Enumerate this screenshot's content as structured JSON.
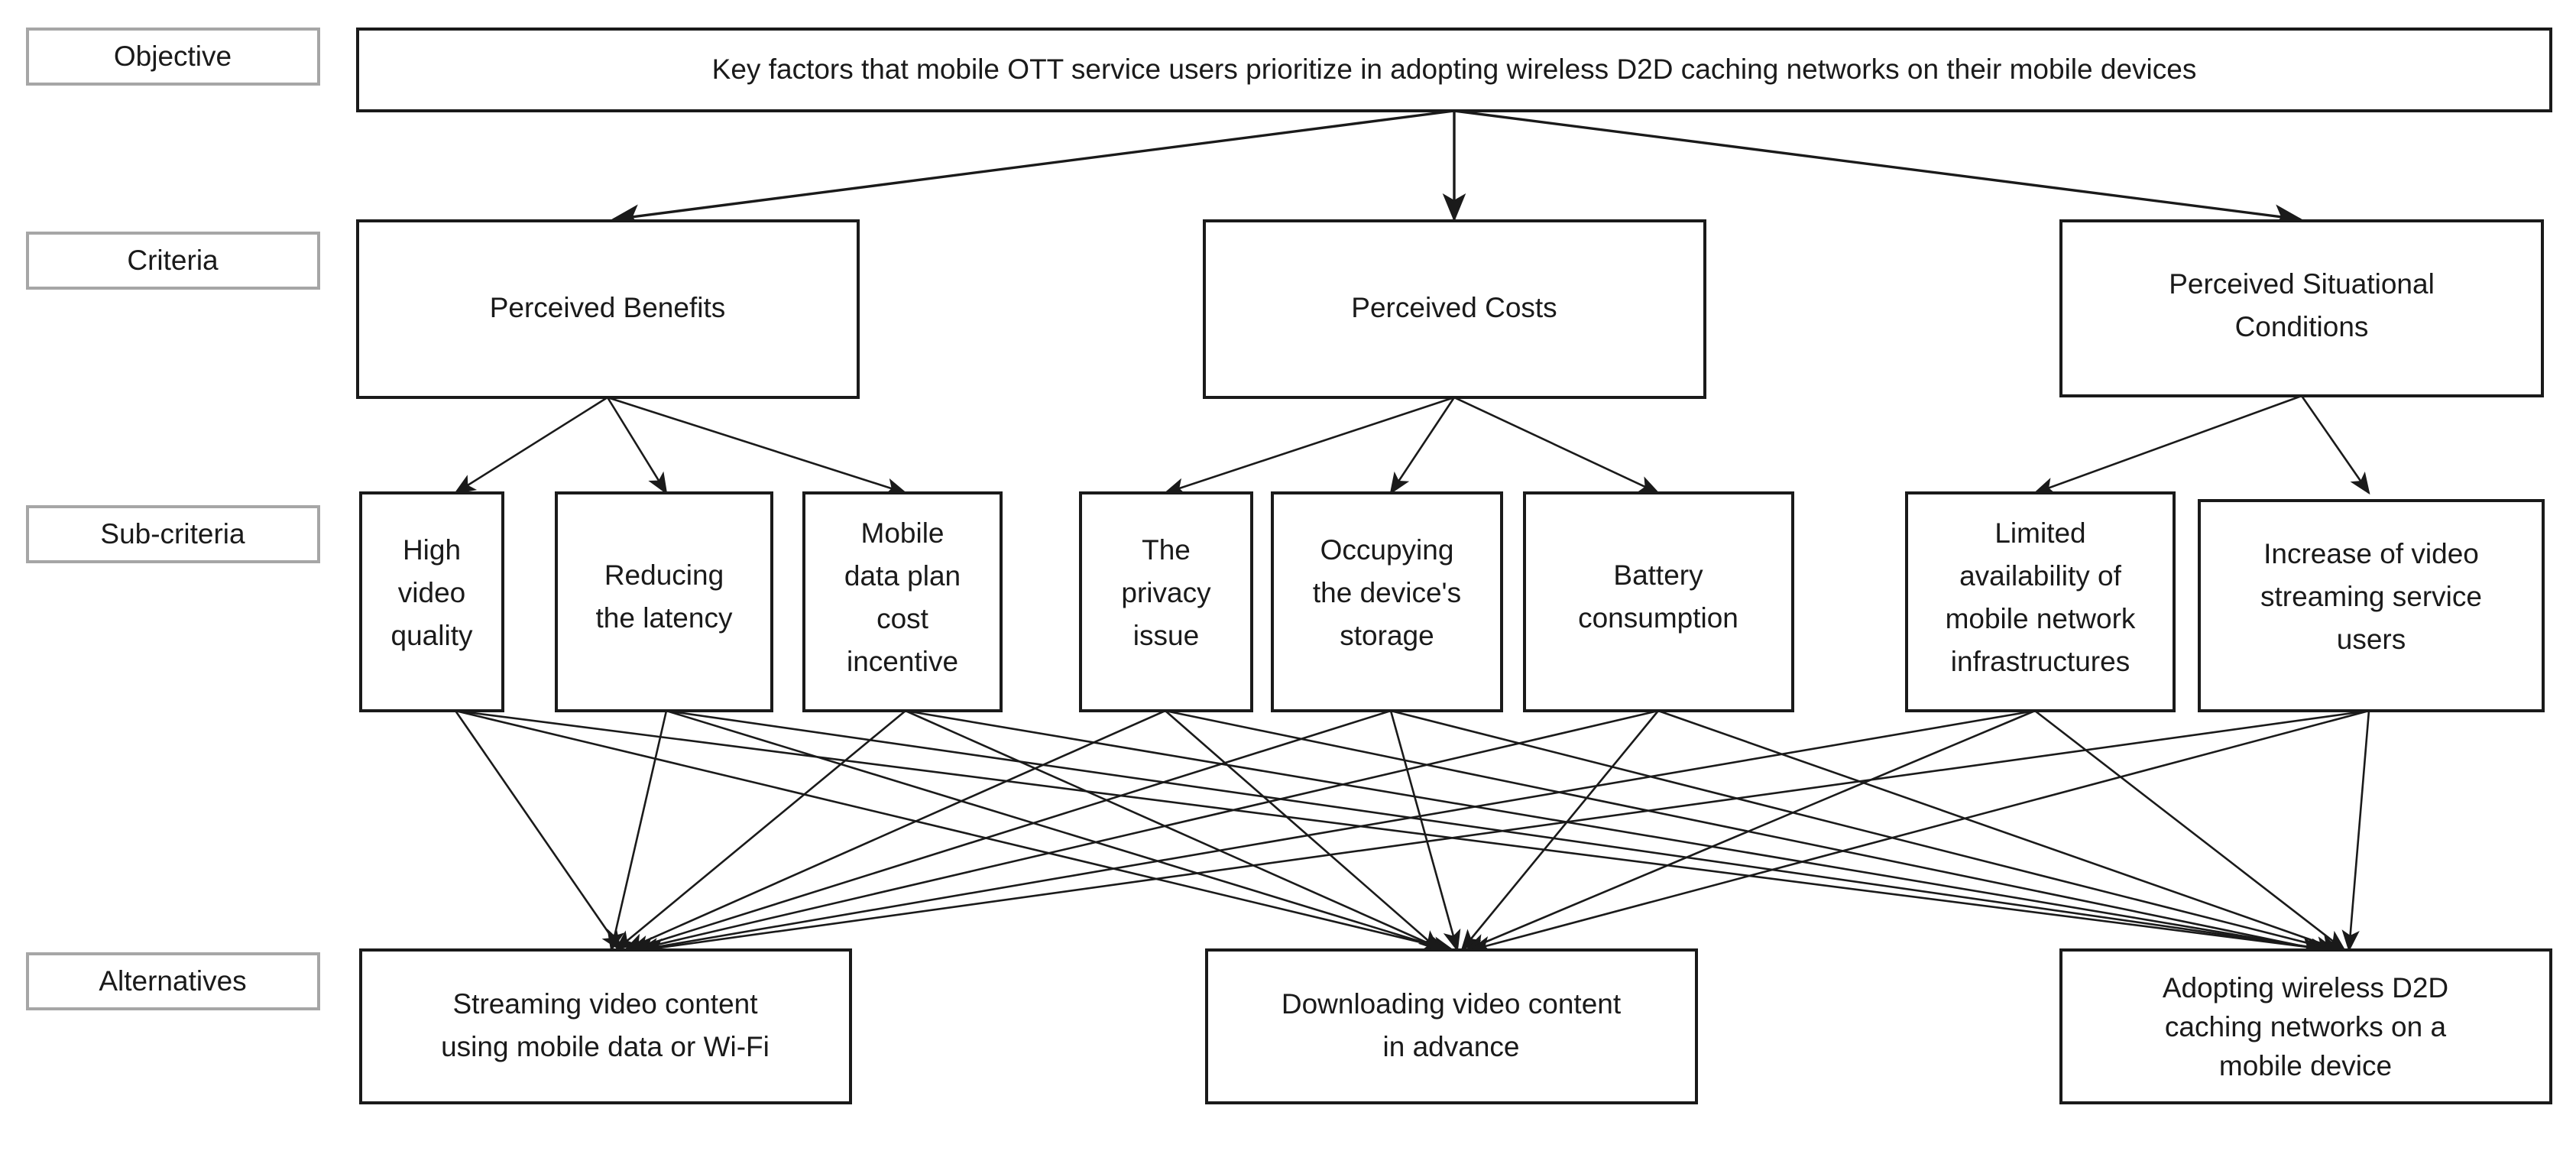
{
  "diagram": {
    "type": "ahp-hierarchy",
    "title": "AHP hierarchy for adopting wireless D2D caching networks",
    "background_color": "#ffffff",
    "box_border_color": "#1a1a1a",
    "label_border_color": "#a6a6a6",
    "text_color": "#1a1a1a",
    "levels": [
      {
        "id": "objective",
        "label": "Objective",
        "nodes": [
          {
            "id": "obj-1",
            "lines": [
              "Key factors that mobile OTT service users prioritize in adopting wireless D2D caching networks on their mobile devices"
            ]
          }
        ]
      },
      {
        "id": "criteria",
        "label": "Criteria",
        "nodes": [
          {
            "id": "c-1",
            "lines": [
              "Perceived Benefits"
            ]
          },
          {
            "id": "c-2",
            "lines": [
              "Perceived Costs"
            ]
          },
          {
            "id": "c-3",
            "lines": [
              "Perceived Situational",
              "Conditions"
            ]
          }
        ]
      },
      {
        "id": "sub-criteria",
        "label": "Sub-criteria",
        "nodes": [
          {
            "id": "s-1",
            "parent": "c-1",
            "lines": [
              "High",
              "video",
              "quality"
            ]
          },
          {
            "id": "s-2",
            "parent": "c-1",
            "lines": [
              "Reducing",
              "the latency"
            ]
          },
          {
            "id": "s-3",
            "parent": "c-1",
            "lines": [
              "Mobile",
              "data plan",
              "cost",
              "incentive"
            ]
          },
          {
            "id": "s-4",
            "parent": "c-2",
            "lines": [
              "The",
              "privacy",
              "issue"
            ]
          },
          {
            "id": "s-5",
            "parent": "c-2",
            "lines": [
              "Occupying",
              "the device's",
              "storage"
            ]
          },
          {
            "id": "s-6",
            "parent": "c-2",
            "lines": [
              "Battery",
              "consumption"
            ]
          },
          {
            "id": "s-7",
            "parent": "c-3",
            "lines": [
              "Limited",
              "availability of",
              "mobile network",
              "infrastructures"
            ]
          },
          {
            "id": "s-8",
            "parent": "c-3",
            "lines": [
              "Increase of video",
              "streaming service",
              "users"
            ]
          }
        ]
      },
      {
        "id": "alternatives",
        "label": "Alternatives",
        "nodes": [
          {
            "id": "a-1",
            "lines": [
              "Streaming video content",
              "using mobile data or Wi-Fi"
            ]
          },
          {
            "id": "a-2",
            "lines": [
              "Downloading video content",
              "in advance"
            ]
          },
          {
            "id": "a-3",
            "lines": [
              "Adopting wireless D2D",
              "caching networks on a",
              "mobile device"
            ]
          }
        ]
      }
    ],
    "connections": {
      "objective_to_criteria": [
        "c-1",
        "c-2",
        "c-3"
      ],
      "criteria_to_subcriteria": {
        "c-1": [
          "s-1",
          "s-2",
          "s-3"
        ],
        "c-2": [
          "s-4",
          "s-5",
          "s-6"
        ],
        "c-3": [
          "s-7",
          "s-8"
        ]
      },
      "subcriteria_to_alternatives": "all-to-all",
      "subcriteria_to_alternatives_count": 24
    }
  }
}
